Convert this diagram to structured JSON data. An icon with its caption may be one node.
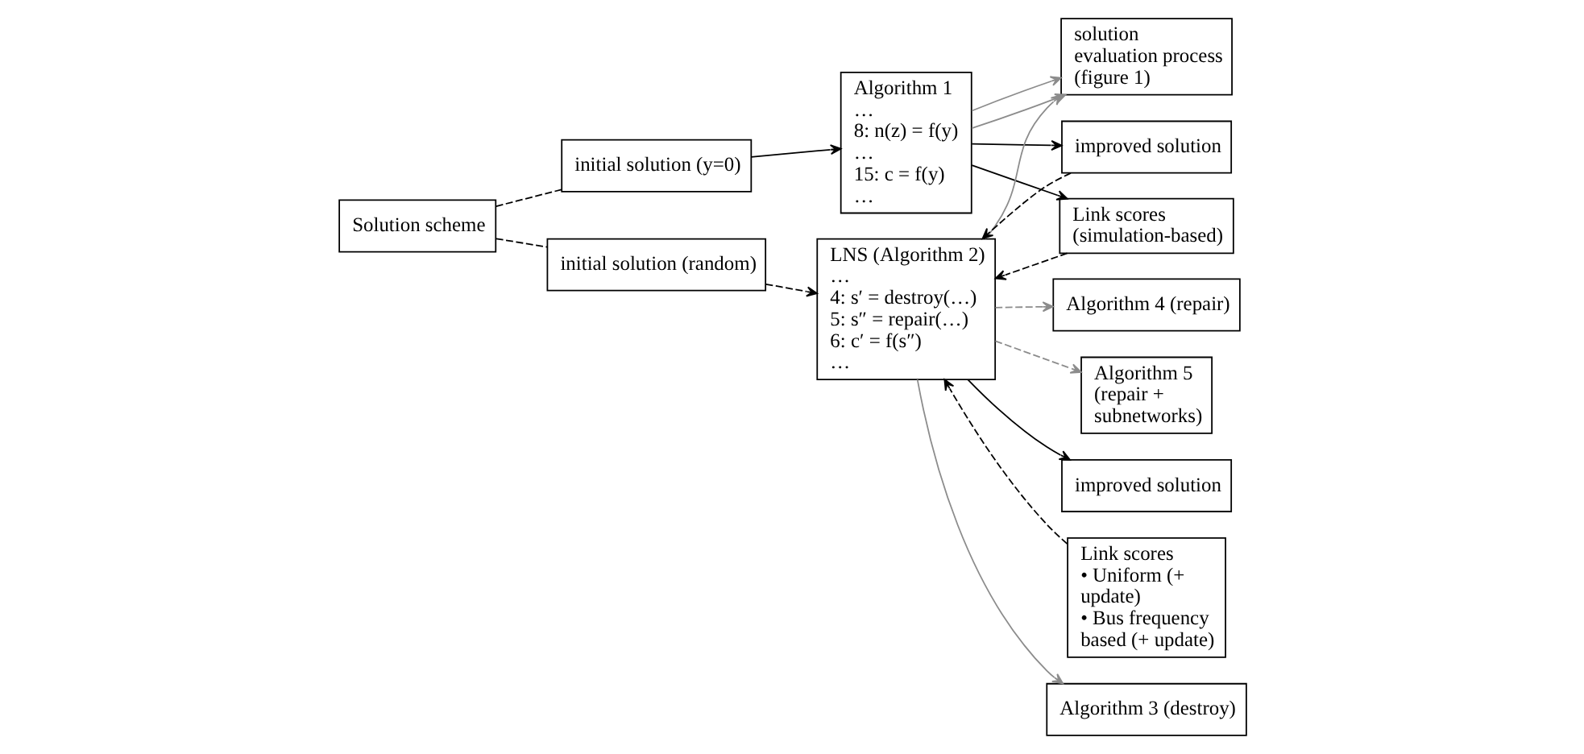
{
  "diagram": {
    "nodes": [
      {
        "text": [
          "Solution scheme"
        ]
      },
      {
        "text": [
          "initial solution (y=0)"
        ]
      },
      {
        "text": [
          "initial solution (random)"
        ]
      },
      {
        "text": [
          "Algorithm 1",
          "…",
          "8: n(z) = f(y)",
          "…",
          "15: c = f(y)",
          "…"
        ]
      },
      {
        "text": [
          "solution evaluation process (figure 1)"
        ]
      },
      {
        "text": [
          "LNS (Algorithm 2)",
          "…",
          "4: s′ = destroy(…)",
          "5: s″ = repair(…)",
          "6: c′ = f(s″)",
          "…"
        ]
      },
      {
        "text": [
          "Algorithm 3 (destroy)"
        ]
      },
      {
        "text": [
          "Algorithm 4 (repair)"
        ]
      },
      {
        "text": [
          "Algorithm 5 (repair + subnetworks)"
        ]
      },
      {
        "text": [
          "improved solution"
        ]
      },
      {
        "text": [
          "Link scores (simulation-based)"
        ]
      },
      {
        "text": [
          "Link scores",
          "• Uniform (+ update)",
          "• Bus frequency based (+ update)"
        ]
      },
      {
        "text": [
          "improved solution"
        ]
      }
    ],
    "edges": [
      {
        "from": 0,
        "to": 1,
        "arrow": "none",
        "style": "dashed"
      },
      {
        "from": 0,
        "to": 2,
        "arrow": "none",
        "style": "dashed"
      },
      {
        "from": 1,
        "to": 3,
        "arrow": "to"
      },
      {
        "from": 2,
        "to": 5,
        "arrow": "to",
        "style": "dashed"
      },
      {
        "from": 3,
        "to": 4,
        "arrow": "to",
        "color": "#8c8c8c"
      },
      {
        "from": 3,
        "to": 4,
        "arrow": "to",
        "color": "#8c8c8c"
      },
      {
        "from": 5,
        "to": 4,
        "arrow": "to",
        "color": "#8c8c8c"
      },
      {
        "from": 3,
        "to": 9,
        "arrow": "to"
      },
      {
        "from": 3,
        "to": 10,
        "arrow": "to"
      },
      {
        "from": 9,
        "to": 5,
        "arrow": "to",
        "style": "dashed"
      },
      {
        "from": 10,
        "to": 5,
        "arrow": "to",
        "style": "dashed"
      },
      {
        "from": 11,
        "to": 5,
        "arrow": "to",
        "style": "dashed"
      },
      {
        "from": 5,
        "to": 6,
        "arrow": "to",
        "color": "#8c8c8c"
      },
      {
        "from": 5,
        "to": 7,
        "arrow": "to",
        "style": "dashed",
        "color": "#8c8c8c"
      },
      {
        "from": 5,
        "to": 8,
        "arrow": "to",
        "style": "dashed",
        "color": "#8c8c8c"
      },
      {
        "from": 5,
        "to": 12,
        "arrow": "to"
      }
    ]
  }
}
